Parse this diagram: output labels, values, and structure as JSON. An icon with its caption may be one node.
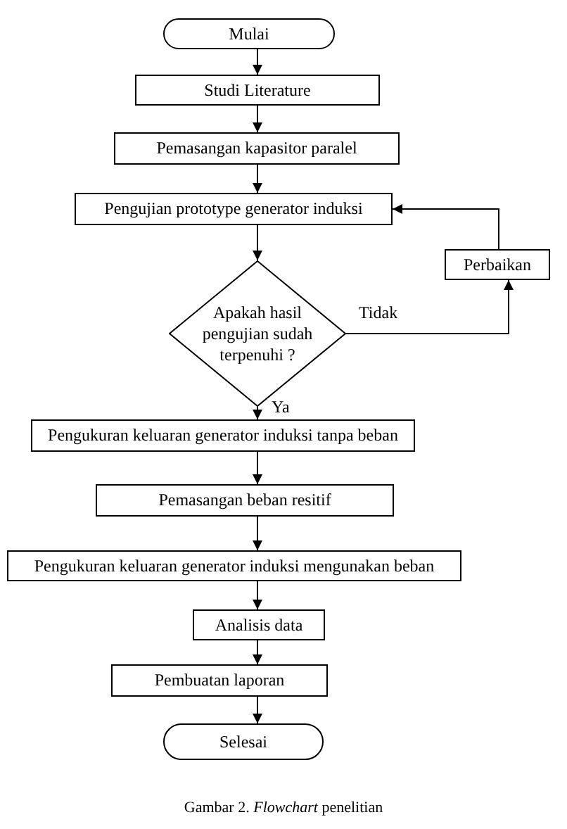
{
  "diagram": {
    "caption": "Gambar 2. *Flowchart* penelitian",
    "nodes": [
      {
        "text": [
          "Mulai"
        ]
      },
      {
        "text": [
          "Studi Literature"
        ]
      },
      {
        "text": [
          "Pemasangan kapasitor paralel"
        ]
      },
      {
        "text": [
          "Pengujian prototype generator induksi"
        ]
      },
      {
        "text": [
          "Apakah hasil pengujian sudah terpenuhi ?"
        ]
      },
      {
        "text": [
          "Perbaikan"
        ]
      },
      {
        "text": [
          "Pengukuran keluaran generator induksi tanpa beban"
        ]
      },
      {
        "text": [
          "Pemasangan beban resitif"
        ]
      },
      {
        "text": [
          "Pengukuran keluaran generator induksi mengunakan beban"
        ]
      },
      {
        "text": [
          "Analisis data"
        ]
      },
      {
        "text": [
          "Pembuatan laporan"
        ]
      },
      {
        "text": [
          "Selesai"
        ]
      }
    ],
    "edges": [
      {
        "from": 0,
        "to": 1,
        "arrow": "to"
      },
      {
        "from": 1,
        "to": 2,
        "arrow": "to"
      },
      {
        "from": 2,
        "to": 3,
        "arrow": "to"
      },
      {
        "from": 3,
        "to": 4,
        "arrow": "to"
      },
      {
        "from": 4,
        "to": 5,
        "arrow": "to",
        "label": "Tidak"
      },
      {
        "from": 5,
        "to": 3,
        "arrow": "to"
      },
      {
        "from": 4,
        "to": 6,
        "arrow": "to",
        "label": "Ya"
      },
      {
        "from": 6,
        "to": 7,
        "arrow": "to"
      },
      {
        "from": 7,
        "to": 8,
        "arrow": "to"
      },
      {
        "from": 8,
        "to": 9,
        "arrow": "to"
      },
      {
        "from": 9,
        "to": 10,
        "arrow": "to"
      },
      {
        "from": 10,
        "to": 11,
        "arrow": "to"
      }
    ]
  }
}
